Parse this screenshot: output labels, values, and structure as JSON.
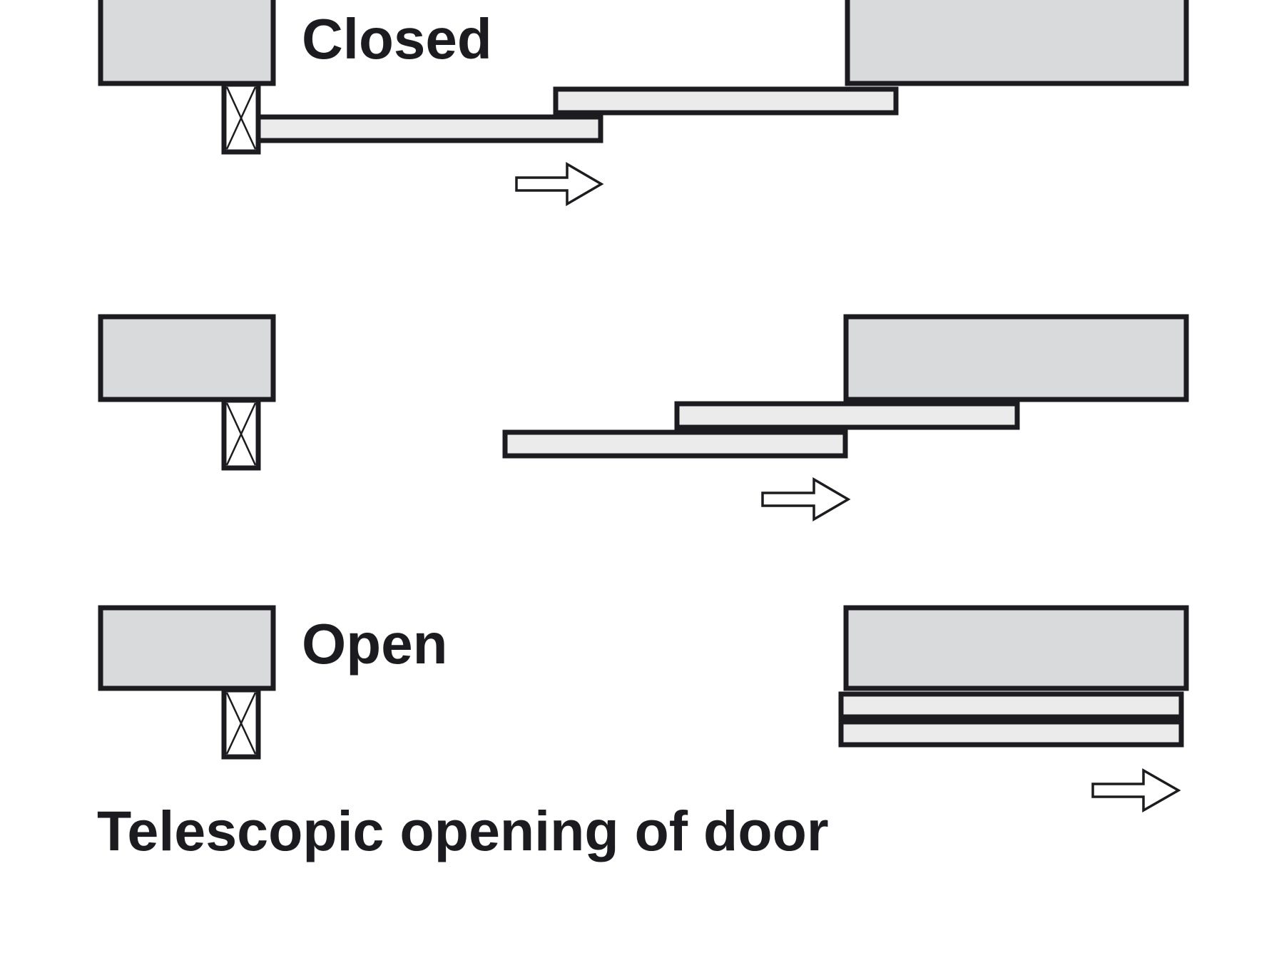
{
  "diagram": {
    "title": "Telescopic opening of door",
    "colors": {
      "stroke": "#1c1b1f",
      "wall_fill": "#d9dadc",
      "panel_fill": "#ebebeb",
      "background": "#ffffff"
    },
    "states": [
      {
        "id": "closed",
        "label": "Closed",
        "direction": "right",
        "panels": 2
      },
      {
        "id": "intermediate",
        "label": "",
        "direction": "right",
        "panels": 2
      },
      {
        "id": "open",
        "label": "Open",
        "direction": "right",
        "panels": 2
      }
    ],
    "icons": {
      "arrow": "arrow-right-icon",
      "post": "door-post-icon"
    }
  }
}
